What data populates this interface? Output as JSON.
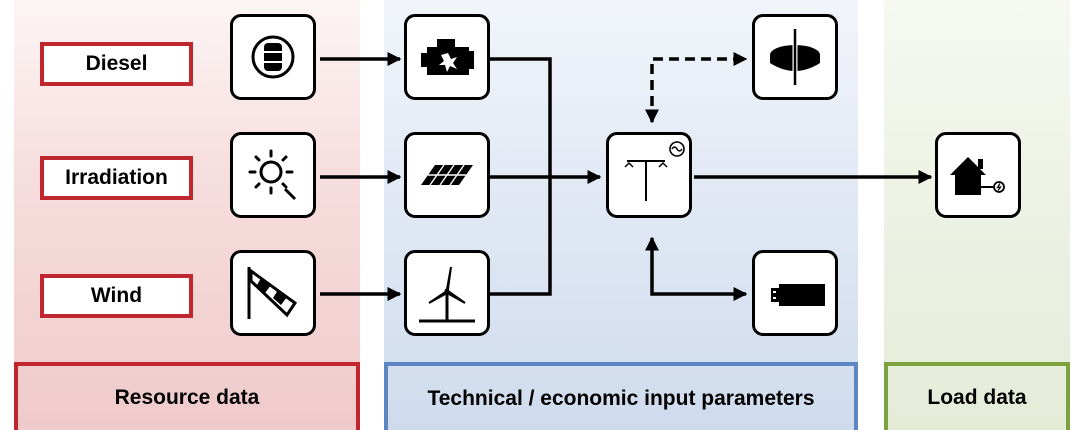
{
  "resources": {
    "diesel": "Diesel",
    "irradiation": "Irradiation",
    "wind": "Wind"
  },
  "footers": {
    "resource": "Resource data",
    "technical": "Technical  / economic input parameters",
    "load": "Load data"
  },
  "icons": {
    "diesel_source": "oil-barrel-icon",
    "solar_source": "sun-icon",
    "wind_source": "windsock-icon",
    "generator": "engine-icon",
    "pv": "solar-panel-icon",
    "turbine": "wind-turbine-icon",
    "converter": "inverter-icon",
    "flywheel": "flywheel-icon",
    "battery": "battery-icon",
    "load": "house-icon"
  },
  "colors": {
    "resource": "#c0262d",
    "technical": "#5b86c2",
    "load": "#7ba23c"
  }
}
